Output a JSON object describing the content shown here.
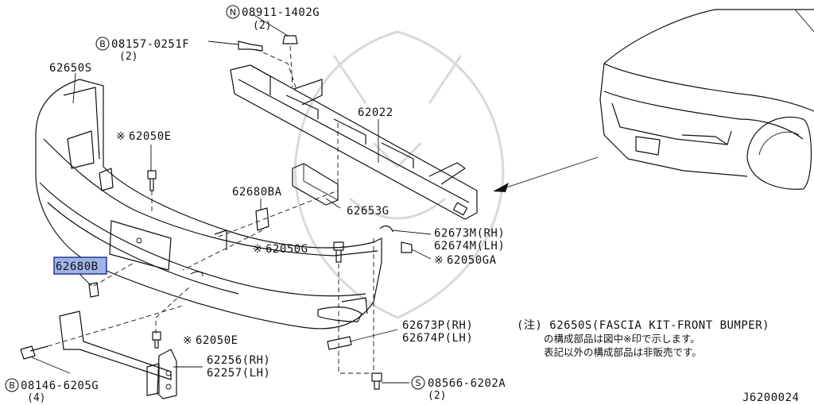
{
  "diagram_id": "J6200024",
  "parts": {
    "p08911": {
      "prefix": "N",
      "number": "08911-1402G",
      "qty": "(2)"
    },
    "p08157": {
      "prefix": "B",
      "number": "08157-0251F",
      "qty": "(2)"
    },
    "p62650s": {
      "number": "62650S"
    },
    "p62022": {
      "number": "62022"
    },
    "p62050e_top": {
      "mark": "※",
      "number": "62050E"
    },
    "p62680ba": {
      "number": "62680BA"
    },
    "p62653g": {
      "number": "62653G"
    },
    "p62673m": {
      "number": "62673M(RH)"
    },
    "p62674m": {
      "number": "62674M(LH)"
    },
    "p62050g": {
      "mark": "※",
      "number": "62050G"
    },
    "p62050ga": {
      "mark": "※",
      "number": "62050GA"
    },
    "p62680b": {
      "number": "62680B",
      "highlighted": true,
      "highlight_color": "#9fb4e6"
    },
    "p62673p": {
      "number": "62673P(RH)"
    },
    "p62674p": {
      "number": "62674P(LH)"
    },
    "p62050e_bot": {
      "mark": "※",
      "number": "62050E"
    },
    "p62256": {
      "number": "62256(RH)"
    },
    "p62257": {
      "number": "62257(LH)"
    },
    "p08146": {
      "prefix": "B",
      "number": "08146-6205G",
      "qty": "(4)"
    },
    "p08566": {
      "prefix": "S",
      "number": "08566-6202A",
      "qty": "(2)"
    }
  },
  "notes": {
    "line1": "(注) 62650S(FASCIA KIT-FRONT BUMPER)",
    "line2": "の構成部品は図中※印で示します。",
    "line3": "表記以外の構成部品は非販売です。"
  }
}
